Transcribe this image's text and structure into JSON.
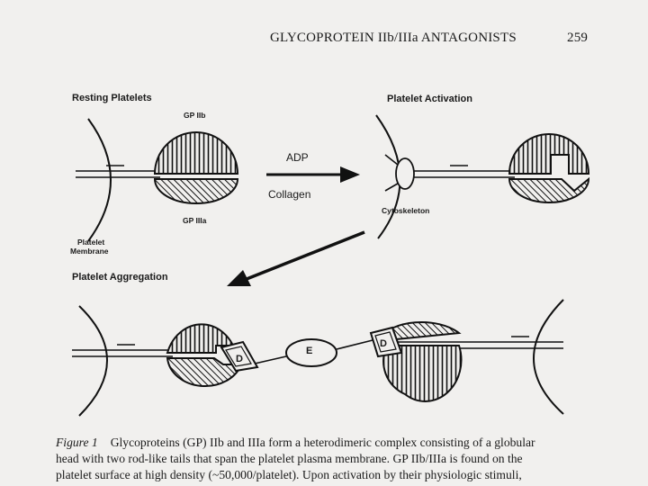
{
  "header": {
    "title": "GLYCOPROTEIN IIb/IIIa ANTAGONISTS",
    "page_number": "259"
  },
  "figure": {
    "panel_resting": "Resting Platelets",
    "panel_activation": "Platelet Activation",
    "panel_aggregation": "Platelet Aggregation",
    "label_gp2b": "GP IIb",
    "label_gp3a": "GP IIIa",
    "label_membrane_line1": "Platelet",
    "label_membrane_line2": "Membrane",
    "label_cytoskeleton": "Cytoskeleton",
    "agonist_1": "ADP",
    "agonist_2": "Collagen",
    "ligand_e": "E",
    "ligand_d": "D"
  },
  "caption": {
    "figure_label": "Figure 1",
    "lines": [
      "Glycoproteins (GP) IIb and IIIa form a heterodimeric complex consisting of a globular",
      "head with two rod-like tails that span the platelet plasma membrane. GP IIb/IIIa is found on the",
      "platelet surface at high density (~50,000/platelet). Upon activation by their physiologic stimuli,"
    ]
  }
}
